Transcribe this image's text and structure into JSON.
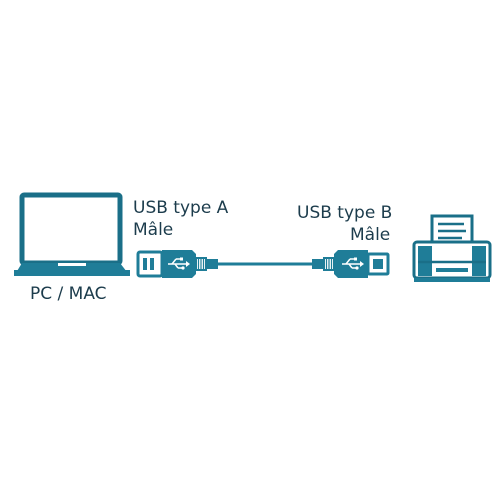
{
  "colors": {
    "primary": "#1f7d98",
    "stroke": "#1a6f88",
    "text": "#1c3c4c",
    "background": "#ffffff"
  },
  "labels": {
    "usb_a_line1": "USB type A",
    "usb_a_line2": "Mâle",
    "usb_b_line1": "USB type B",
    "usb_b_line2": "Mâle",
    "computer": "PC / MAC"
  },
  "icons": {
    "computer": "laptop-icon",
    "cable": "usb-cable",
    "usb_symbol": "usb-symbol-icon",
    "printer": "printer-icon"
  }
}
